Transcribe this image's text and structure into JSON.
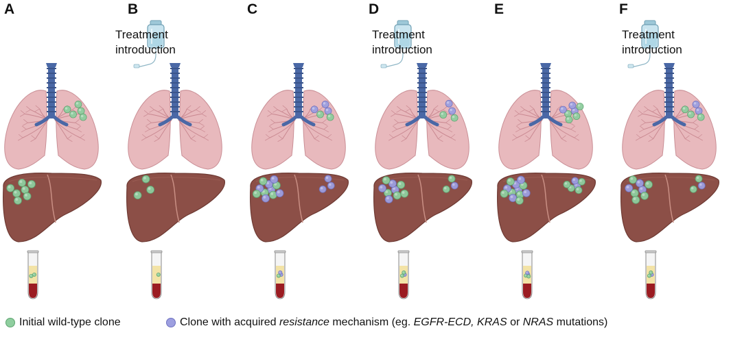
{
  "panels": [
    {
      "letter": "A",
      "treatment": false,
      "lung": {
        "wild": 5,
        "resist": 0
      },
      "liver": {
        "left": {
          "wild": 7,
          "resist": 0
        },
        "right": {
          "wild": 0,
          "resist": 0
        }
      },
      "tube": {
        "wild": 2,
        "resist": 0
      }
    },
    {
      "letter": "B",
      "treatment": true,
      "lung": {
        "wild": 0,
        "resist": 0
      },
      "liver": {
        "left": {
          "wild": 3,
          "resist": 0
        },
        "right": {
          "wild": 0,
          "resist": 0
        }
      },
      "tube": {
        "wild": 1,
        "resist": 0
      }
    },
    {
      "letter": "C",
      "treatment": false,
      "lung": {
        "wild": 2,
        "resist": 3
      },
      "liver": {
        "left": {
          "wild": 5,
          "resist": 6
        },
        "right": {
          "wild": 0,
          "resist": 3
        }
      },
      "tube": {
        "wild": 1,
        "resist": 2
      }
    },
    {
      "letter": "D",
      "treatment": true,
      "lung": {
        "wild": 2,
        "resist": 2
      },
      "liver": {
        "left": {
          "wild": 5,
          "resist": 4
        },
        "right": {
          "wild": 2,
          "resist": 1
        }
      },
      "tube": {
        "wild": 2,
        "resist": 1
      }
    },
    {
      "letter": "E",
      "treatment": false,
      "lung": {
        "wild": 4,
        "resist": 3
      },
      "liver": {
        "left": {
          "wild": 6,
          "resist": 6
        },
        "right": {
          "wild": 4,
          "resist": 2
        }
      },
      "tube": {
        "wild": 2,
        "resist": 2
      }
    },
    {
      "letter": "F",
      "treatment": true,
      "lung": {
        "wild": 3,
        "resist": 2
      },
      "liver": {
        "left": {
          "wild": 5,
          "resist": 3
        },
        "right": {
          "wild": 2,
          "resist": 1
        }
      },
      "tube": {
        "wild": 2,
        "resist": 1
      }
    }
  ],
  "treatment": {
    "line1": "Treatment",
    "line2": "introduction"
  },
  "legend": {
    "wild_label": "Initial wild-type clone",
    "resist_prefix": "Clone with acquired ",
    "resist_italic": "resistance",
    "resist_mid": " mechanism (eg. ",
    "gene1": "EGFR-ECD, KRAS",
    "or_text": " or ",
    "gene2": "NRAS",
    "resist_suffix": " mutations)"
  },
  "colors": {
    "lung": "#e8b9bd",
    "lung_edge": "#c98e95",
    "airway": "#c07a84",
    "trachea": "#4a68a6",
    "liver": "#8c4f47",
    "liver_edge": "#6e3a33",
    "wild_clone": "#8fce9f",
    "resist_clone": "#9d9fe0",
    "bag": "#c9e4ef",
    "plasma": "#f3e3a6",
    "blood": "#9b1c22"
  }
}
